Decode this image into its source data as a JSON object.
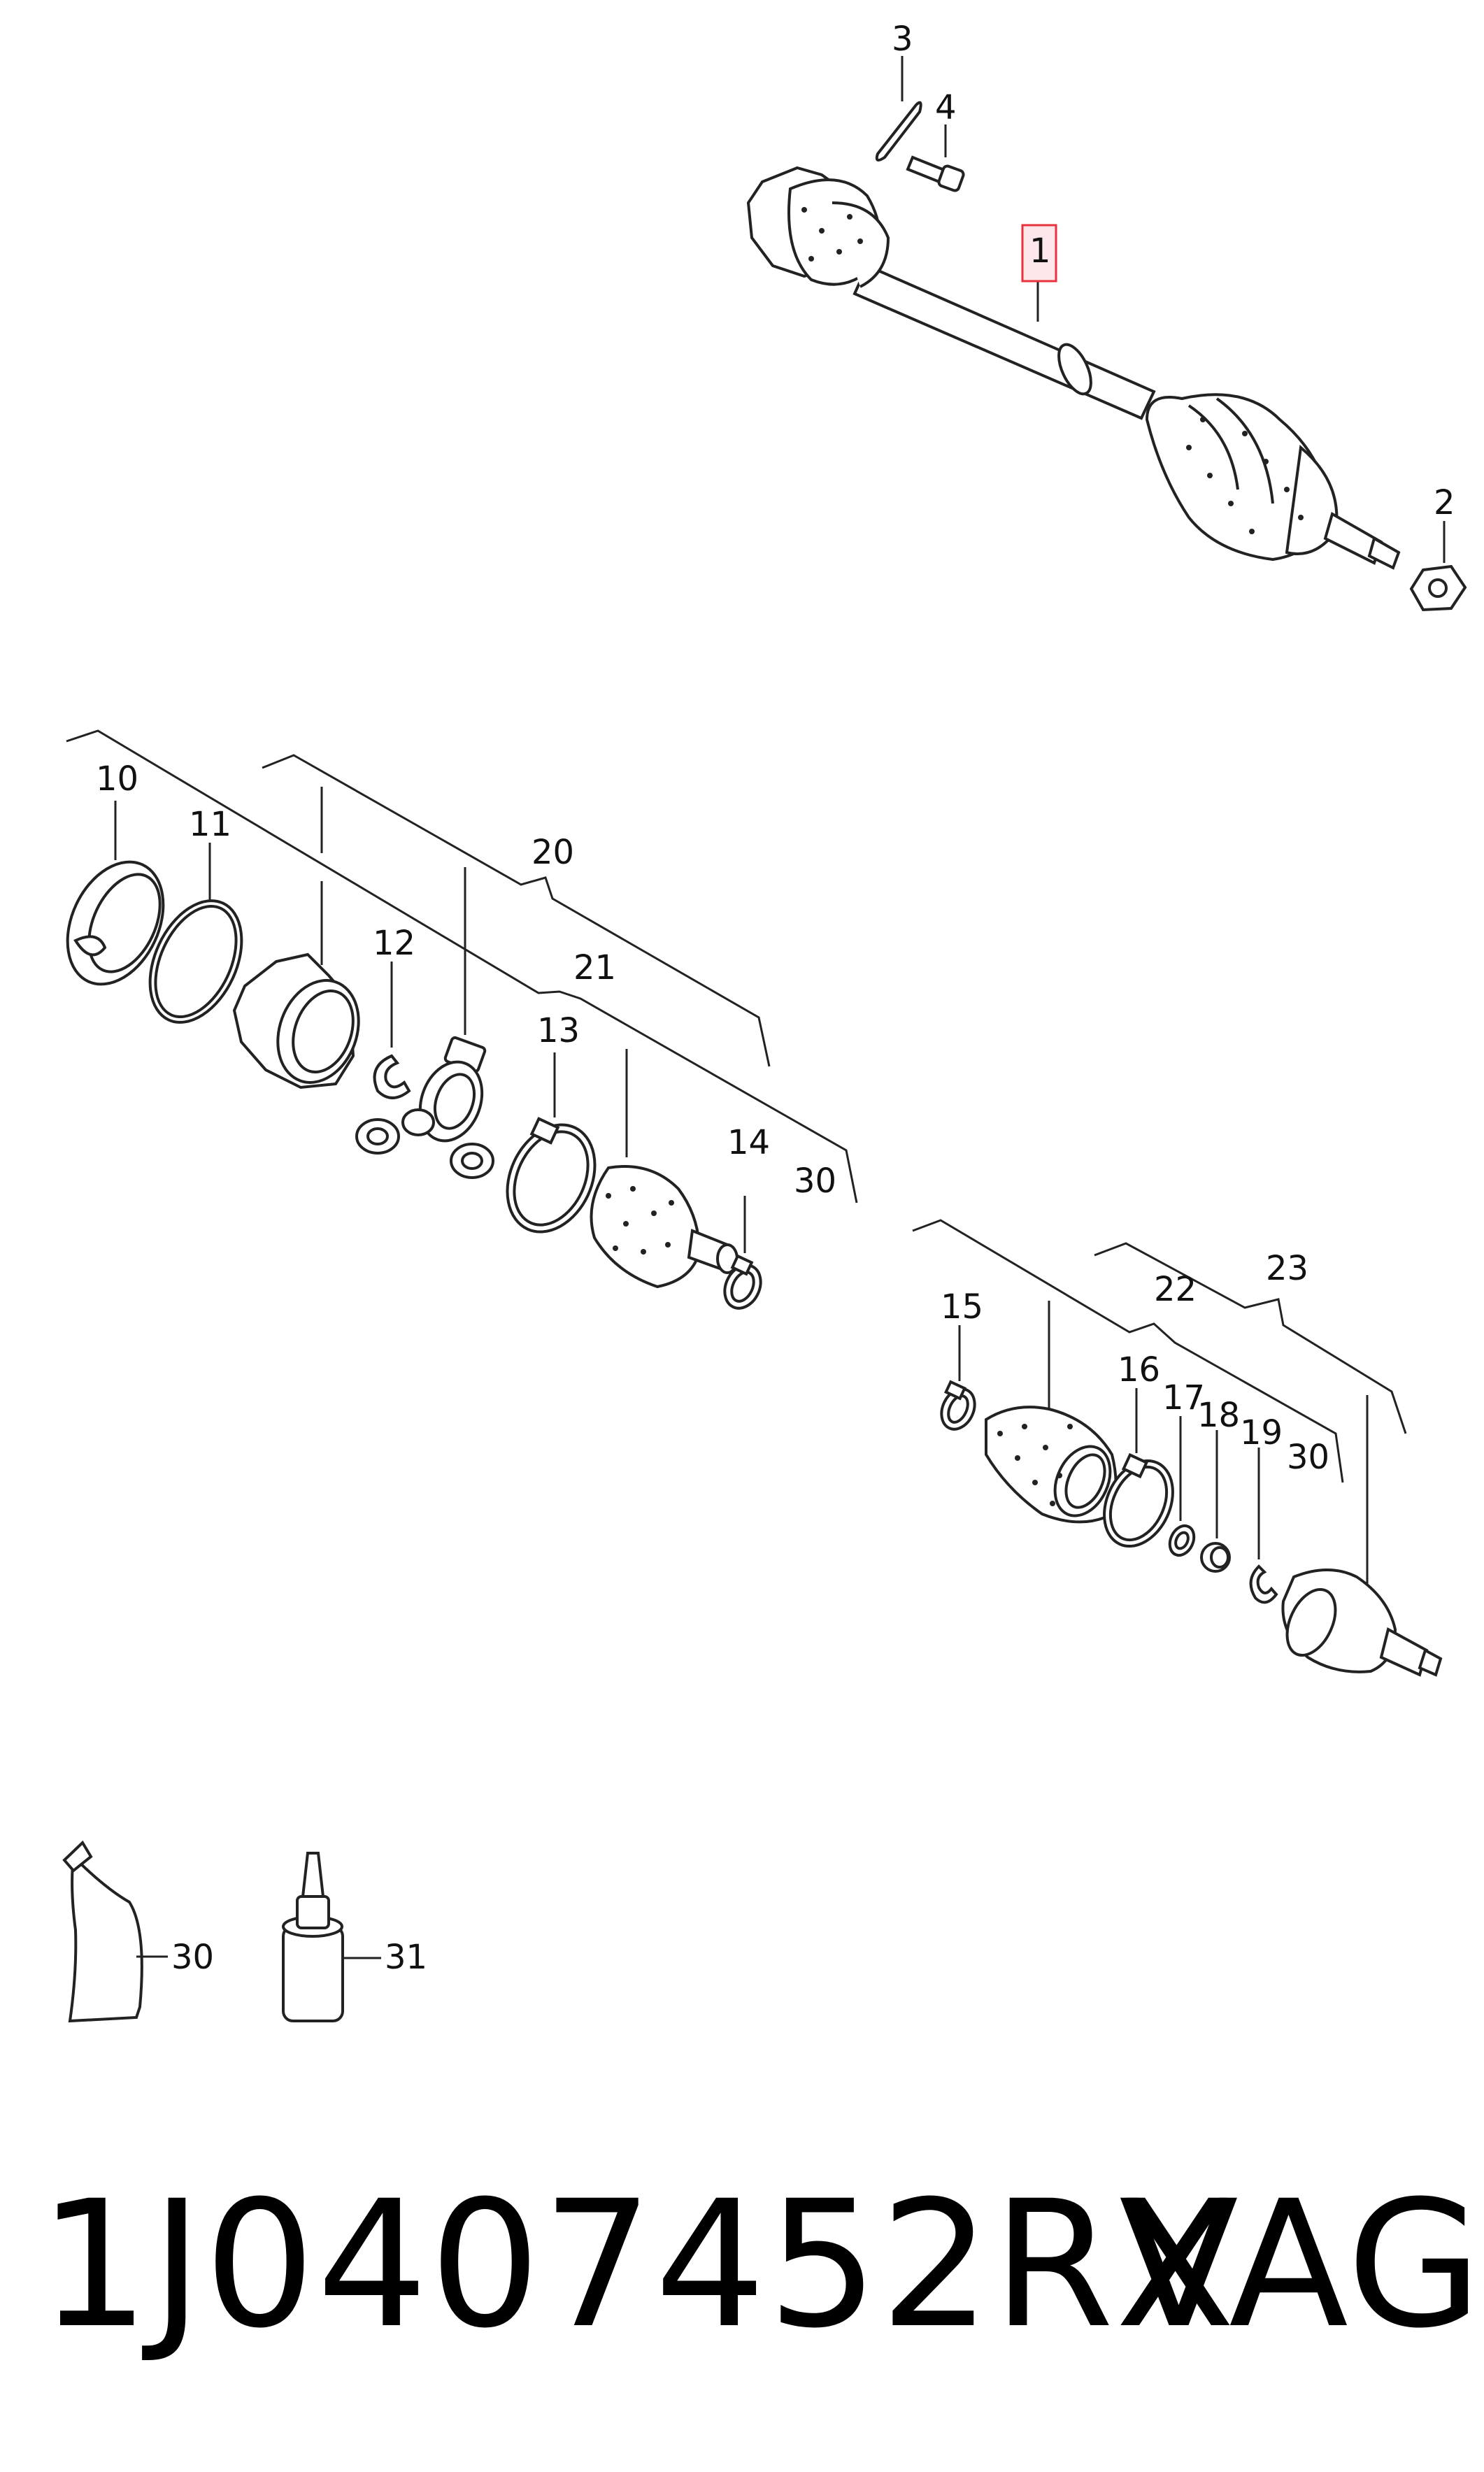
{
  "callouts": {
    "c1": "1",
    "c2": "2",
    "c3": "3",
    "c4": "4",
    "c10": "10",
    "c11": "11",
    "c12": "12",
    "c13": "13",
    "c14": "14",
    "c15": "15",
    "c16": "16",
    "c17": "17",
    "c18": "18",
    "c19": "19",
    "c20": "20",
    "c21": "21",
    "c22": "22",
    "c23": "23",
    "c30a": "30",
    "c30b": "30",
    "c30c": "30",
    "c31": "31"
  },
  "footer": {
    "part_number": "1J0407452RX",
    "brand": "VAG"
  },
  "colors": {
    "highlight_box": "#e8323c",
    "highlight_fill": "#fde7ea",
    "line": "#222222"
  }
}
